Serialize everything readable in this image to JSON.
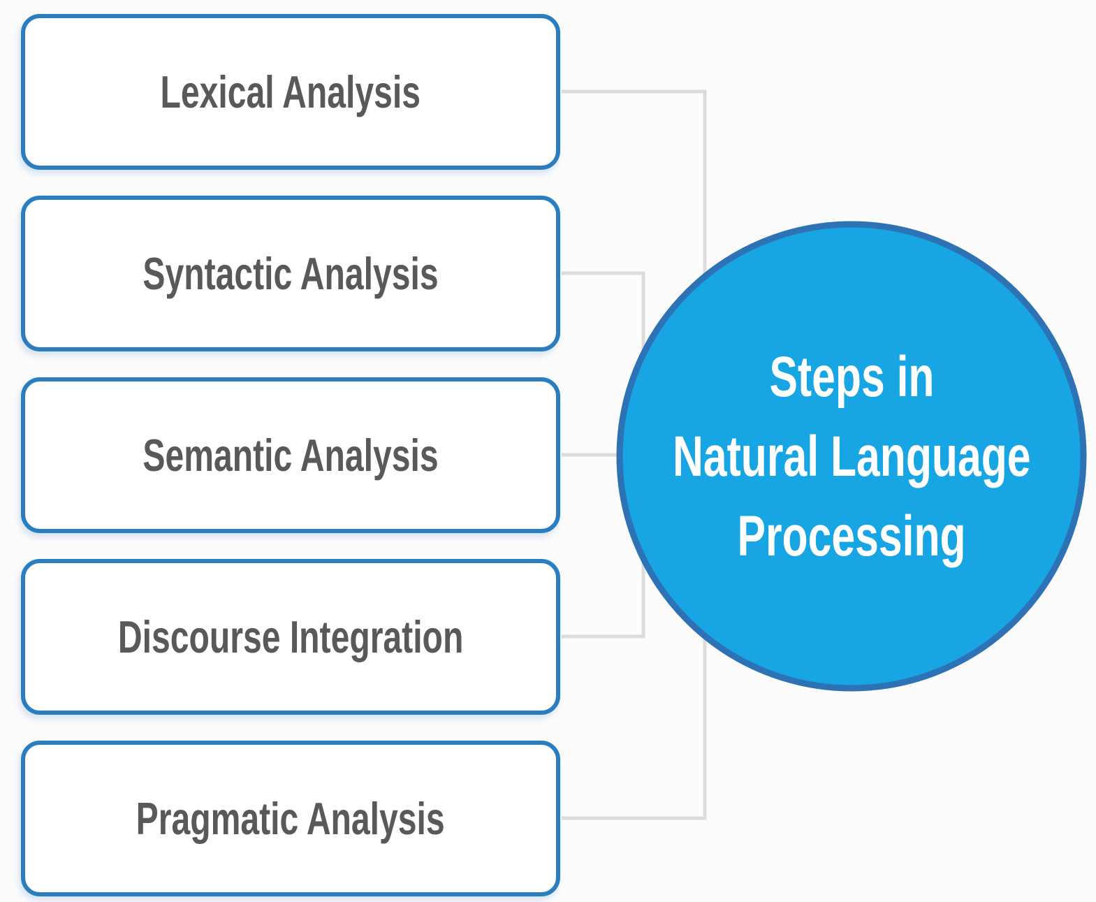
{
  "diagram": {
    "circle_title": "Steps in Natural Language Processing",
    "circle_title_lines": [
      "Steps in",
      "Natural Language",
      "Processing"
    ],
    "steps": [
      "Lexical Analysis",
      "Syntactic Analysis",
      "Semantic Analysis",
      "Discourse Integration",
      "Pragmatic Analysis"
    ],
    "colors": {
      "box_border": "#2A7EC0",
      "box_fill": "#FFFFFF",
      "box_text": "#58595B",
      "circle_fill": "#17A5E3",
      "circle_border": "#2C72B4",
      "circle_text": "#FFFFFF",
      "connector": "#DCDCDC",
      "background": "#FCFCFD"
    }
  }
}
